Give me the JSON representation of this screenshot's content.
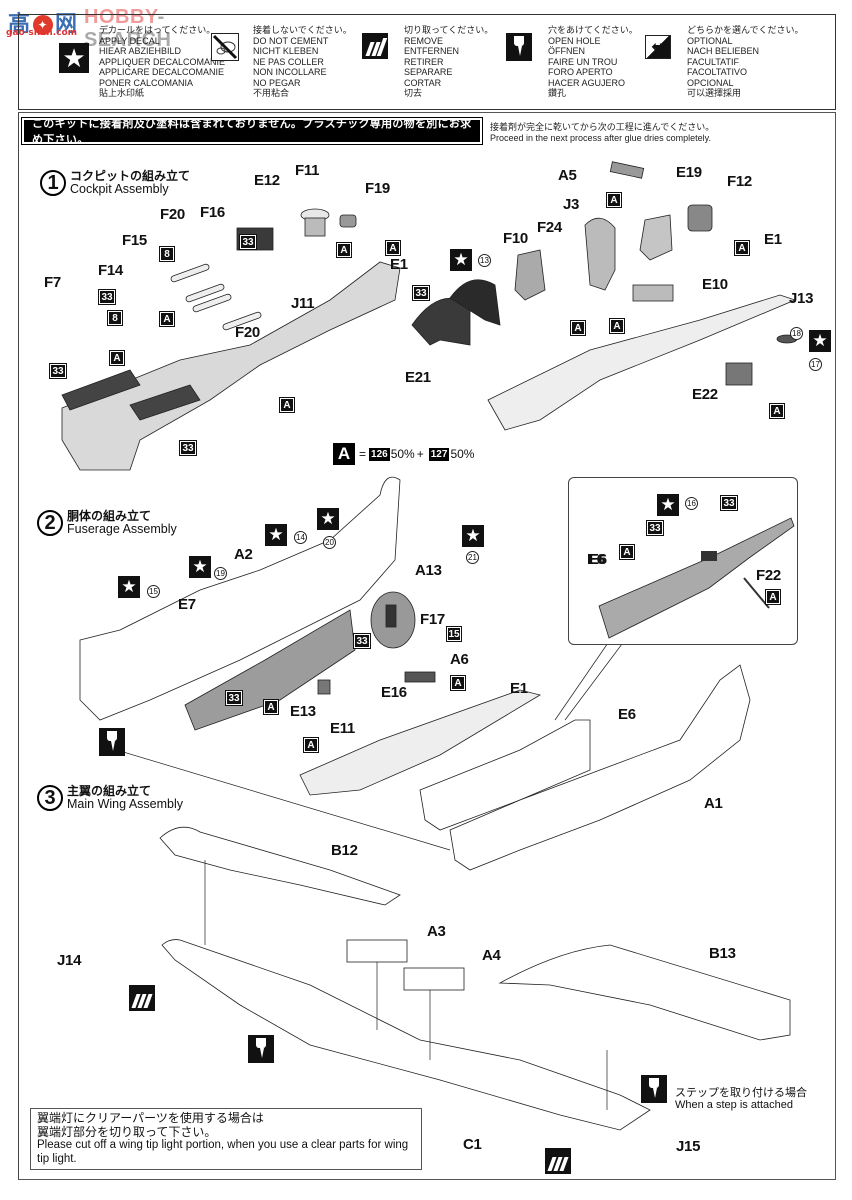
{
  "watermark": {
    "logo": "高",
    "logo_b": "网",
    "brand_a": "HOBBY",
    "brand_b": "-SEARCH",
    "sub": "gao-shen.com"
  },
  "legend": [
    {
      "icon": "star-icon",
      "lines": [
        "デカールをはってください。",
        "APPLY DECAL",
        "HIEAR ABZIEHBILD",
        "APPLIQUER DECALCOMANIE",
        "APPLICARE DECALCOMANIE",
        "PONER CALCOMANIA",
        "貼上水印紙"
      ]
    },
    {
      "icon": "no-cement-icon",
      "lines": [
        "接着しないでください。",
        "DO NOT CEMENT",
        "NICHT KLEBEN",
        "NE PAS COLLER",
        "NON INCOLLARE",
        "NO PEGAR",
        "不用粘合"
      ]
    },
    {
      "icon": "cut-icon",
      "lines": [
        "切り取ってください。",
        "REMOVE",
        "ENTFERNEN",
        "RETIRER",
        "SEPARARE",
        "CORTAR",
        "切去"
      ]
    },
    {
      "icon": "drill-hole-icon",
      "lines": [
        "穴をあけてください。",
        "OPEN HOLE",
        "ÖFFNEN",
        "FAIRE UN TROU",
        "FORO APERTO",
        "HACER AGUJERO",
        "鑽孔"
      ]
    },
    {
      "icon": "optional-arrows-icon",
      "lines": [
        "どちらかを選んでください。",
        "OPTIONAL",
        "NACH BELIEBEN",
        "FACULTATIF",
        "FACOLTATIVO",
        "OPCIONAL",
        "可以選擇採用"
      ]
    }
  ],
  "notice": {
    "banner": "このキットに接着剤及び塗料は含まれておりません。プラスチック専用の物を別にお求め下さい。",
    "glue_jp": "接着剤が完全に乾いてから次の工程に進んでください。",
    "glue_en": "Proceed in the next process after glue dries completely."
  },
  "steps": [
    {
      "num": "1",
      "jp": "コクピットの組み立て",
      "en": "Cockpit Assembly"
    },
    {
      "num": "2",
      "jp": "胴体の組み立て",
      "en": "Fuserage Assembly"
    },
    {
      "num": "3",
      "jp": "主翼の組み立て",
      "en": "Main Wing Assembly"
    }
  ],
  "paint_mix": {
    "letter": "A",
    "eq": "=",
    "c1": "126",
    "p1": "50%",
    "plus": "+",
    "c2": "127",
    "p2": "50%"
  },
  "parts": {
    "s1": [
      "F7",
      "F14",
      "F15",
      "F20",
      "F16",
      "E12",
      "F11",
      "F19",
      "E1",
      "J11",
      "F20",
      "E21",
      "A5",
      "J3",
      "F24",
      "F10",
      "E19",
      "F12",
      "E10",
      "E1",
      "J13",
      "E22"
    ],
    "s2": [
      "A2",
      "E7",
      "A13",
      "F17",
      "A6",
      "E16",
      "E13",
      "E11",
      "E1",
      "E6",
      "A1",
      "E6",
      "F22"
    ],
    "s3": [
      "B12",
      "J14",
      "A3",
      "A4",
      "B13",
      "C1",
      "J15"
    ]
  },
  "tags": {
    "paint_a": "A",
    "paint_33": "33",
    "paint_8": "8",
    "paint_15": "15",
    "decal_13": "13",
    "decal_14": "14",
    "decal_15": "15",
    "decal_16": "16",
    "decal_17": "17",
    "decal_18": "18",
    "decal_19": "19",
    "decal_20": "20",
    "decal_21": "21"
  },
  "wing_note": {
    "jp1": "翼端灯にクリアーパーツを使用する場合は",
    "jp2": "翼端灯部分を切り取って下さい。",
    "en": "Please cut off a wing tip light portion, when you use a clear parts for wing tip light."
  },
  "step_note": {
    "jp": "ステップを取り付ける場合",
    "en": "When a step is attached"
  }
}
